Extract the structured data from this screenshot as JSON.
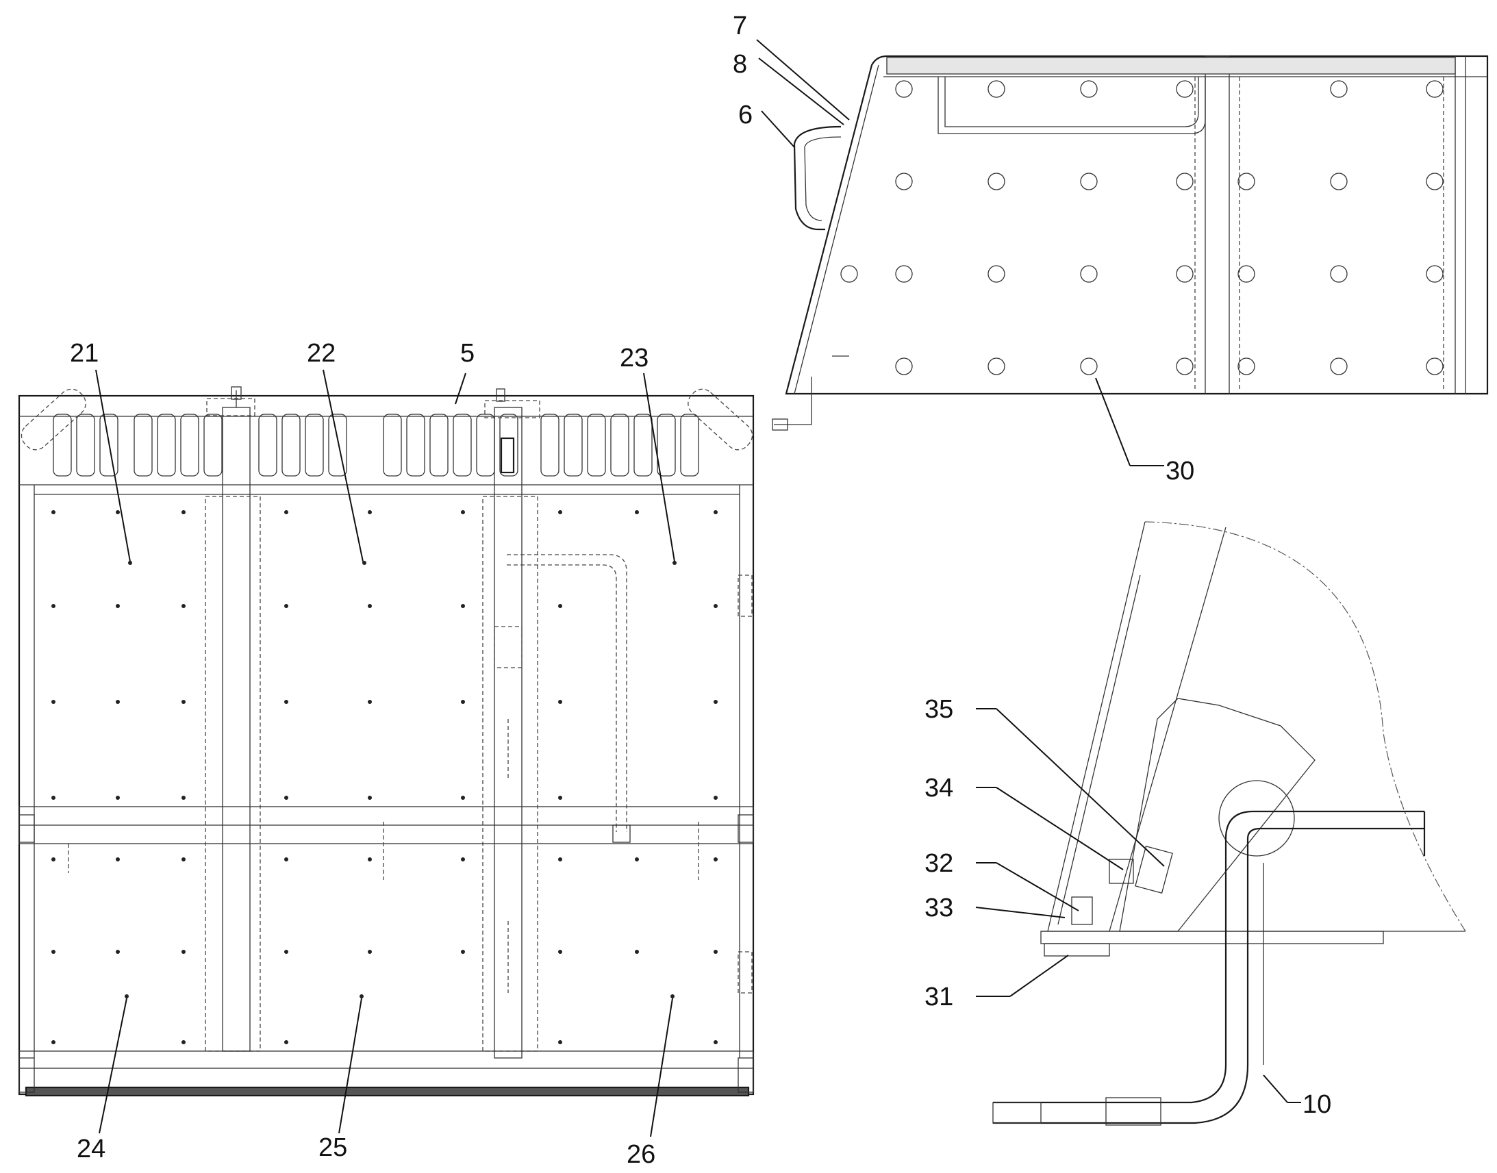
{
  "figure": {
    "views": {
      "front_view": {
        "callouts": [
          "21",
          "22",
          "5",
          "23",
          "24",
          "25",
          "26"
        ]
      },
      "side_view": {
        "callouts": [
          "7",
          "8",
          "6",
          "30"
        ]
      },
      "detail_view": {
        "callouts": [
          "35",
          "34",
          "32",
          "33",
          "31",
          "10"
        ]
      }
    },
    "line_color": "#1a1a1a",
    "background": "#ffffff"
  }
}
